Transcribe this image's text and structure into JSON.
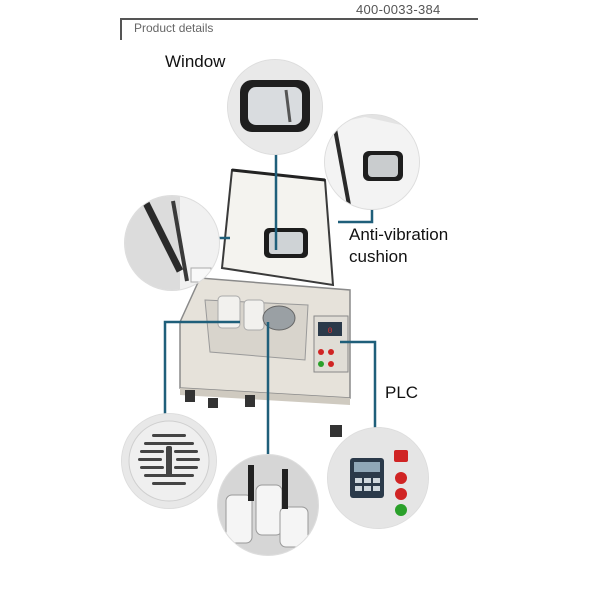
{
  "header": {
    "phone": "400-0033-384",
    "section_title": "Product details"
  },
  "callouts": {
    "window": "Window",
    "anti_vibration_line1": "Anti-vibration",
    "anti_vibration_line2": "cushion",
    "plc": "PLC"
  },
  "plc_panel": {
    "display_value": "0"
  },
  "colors": {
    "callout_line": "#1f5f7a",
    "machine_body": "#e8e4dc",
    "panel_dark": "#2b3a4a",
    "button_red": "#d02424",
    "button_green": "#2aa02a"
  }
}
